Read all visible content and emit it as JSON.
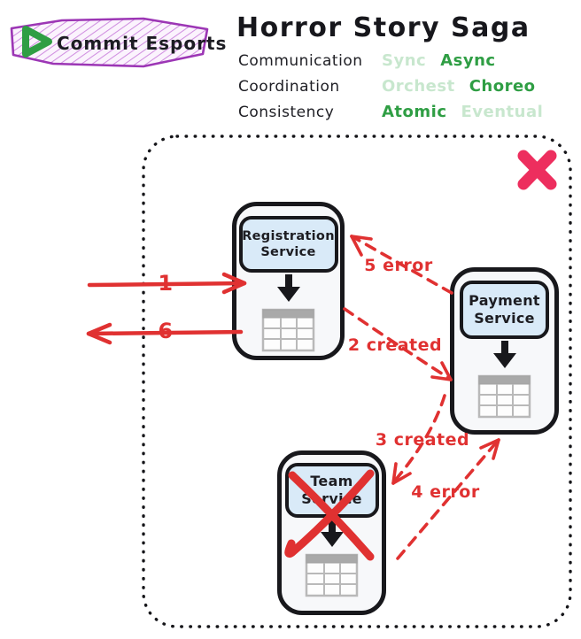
{
  "brand": {
    "name": "Commit Esports"
  },
  "title": "Horror Story Saga",
  "legend": {
    "rows": [
      {
        "label": "Communication",
        "options": [
          {
            "text": "Sync",
            "state": "muted"
          },
          {
            "text": "Async",
            "state": "active"
          }
        ]
      },
      {
        "label": "Coordination",
        "options": [
          {
            "text": "Orchest",
            "state": "muted"
          },
          {
            "text": "Choreo",
            "state": "active"
          }
        ]
      },
      {
        "label": "Consistency",
        "options": [
          {
            "text": "Atomic",
            "state": "active"
          },
          {
            "text": "Eventual",
            "state": "muted"
          }
        ]
      }
    ]
  },
  "diagram": {
    "services": [
      {
        "name": "Registration Service",
        "crossed_out": false
      },
      {
        "name": "Payment Service",
        "crossed_out": false
      },
      {
        "name": "Team Service",
        "crossed_out": true
      }
    ],
    "flows": [
      {
        "label": "1",
        "style": "solid"
      },
      {
        "label": "2 created",
        "style": "dashed"
      },
      {
        "label": "3 created",
        "style": "dashed"
      },
      {
        "label": "4 error",
        "style": "dashed"
      },
      {
        "label": "5 error",
        "style": "dashed"
      },
      {
        "label": "6",
        "style": "solid"
      }
    ]
  },
  "colors": {
    "accent_green": "#2f9e44",
    "muted_green": "#c8e7ce",
    "flow_red": "#e03131",
    "boundary_cross_pink": "#ed2e5e",
    "brand_purple": "#9c36b5",
    "service_label_blue": "#d9eaf8"
  }
}
